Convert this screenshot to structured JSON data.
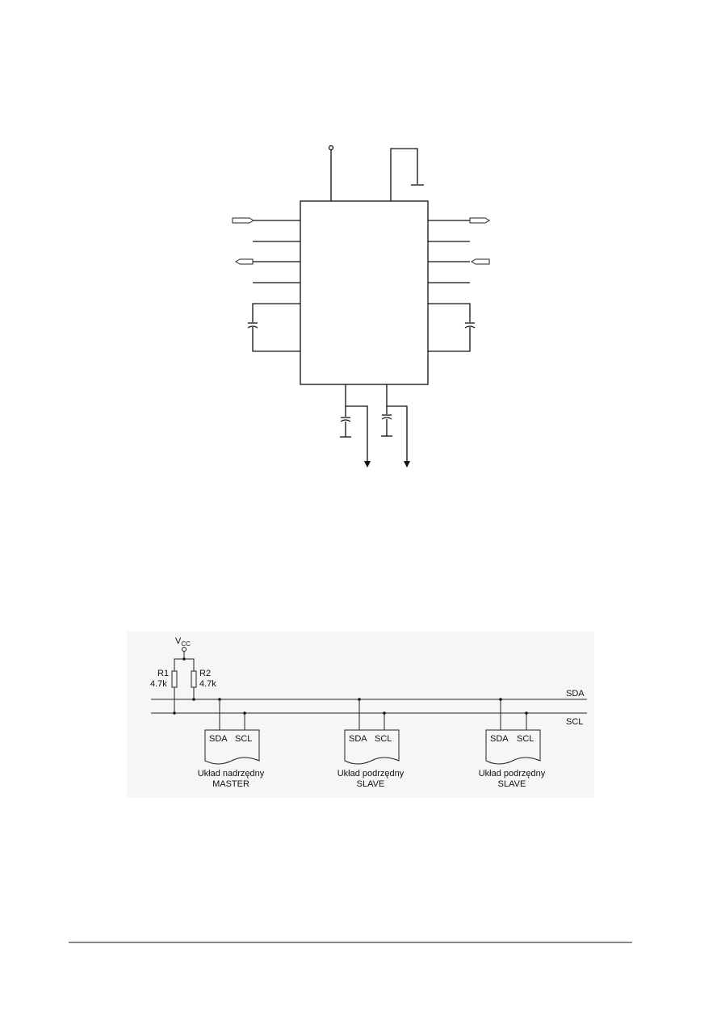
{
  "colors": {
    "ink": "#111111",
    "scan_background": "#f6f6f6",
    "page": "#ffffff"
  },
  "bus_diagram": {
    "supply_label_main": "V",
    "supply_label_sub": "CC",
    "resistors": [
      {
        "name": "R1",
        "value": "4.7k"
      },
      {
        "name": "R2",
        "value": "4.7k"
      }
    ],
    "lines": {
      "sda": "SDA",
      "scl": "SCL"
    },
    "devices": [
      {
        "pin_sda": "SDA",
        "pin_scl": "SCL",
        "caption_line1": "Układ nadrzędny",
        "caption_line2": "MASTER"
      },
      {
        "pin_sda": "SDA",
        "pin_scl": "SCL",
        "caption_line1": "Układ podrzędny",
        "caption_line2": "SLAVE"
      },
      {
        "pin_sda": "SDA",
        "pin_scl": "SCL",
        "caption_line1": "Układ podrzędny",
        "caption_line2": "SLAVE"
      }
    ]
  }
}
